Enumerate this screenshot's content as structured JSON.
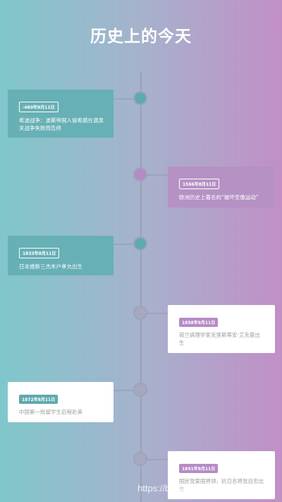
{
  "page": {
    "title": "历史上的今天"
  },
  "events": [
    {
      "date": "-480年8月11日",
      "text": "希波战争：波斯帝国入侵希腊在温泉关战争失败而告终"
    },
    {
      "date": "1566年8月11日",
      "text": "欧洲历史上著名的“破坏圣像运动”"
    },
    {
      "date": "1833年8月11日",
      "text": "日本维新三杰木户孝允出生"
    },
    {
      "date": "1858年8月11日",
      "text": "荷兰病理学家克里斯蒂安·艾克曼出生"
    },
    {
      "date": "1872年8月11日",
      "text": "中国第一批留学生启程赴美"
    },
    {
      "date": "1891年8月11日",
      "text": "国民党爱国将领，抗日名将张自忠出生"
    }
  ],
  "watermark": "https://blog.csdn.net/ypxcan",
  "colors": {
    "teal": "#67b0b6",
    "purple": "#b591c4",
    "node_teal": "#5eaab0",
    "node_purple": "#b48bc4",
    "node_grey": "#a6a8bf"
  }
}
